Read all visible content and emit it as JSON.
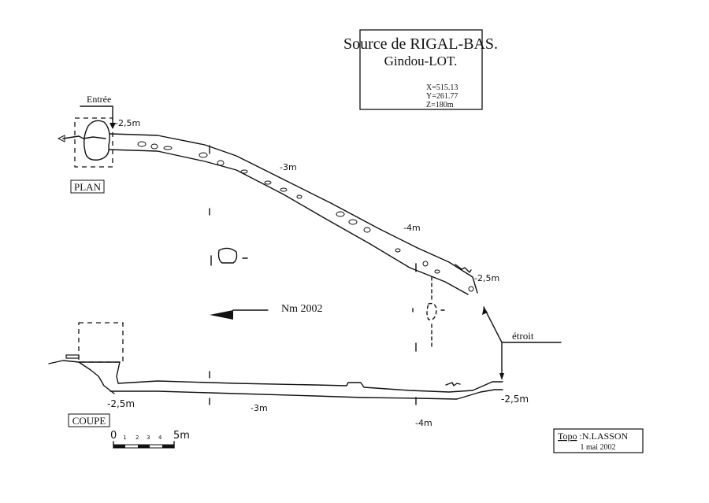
{
  "title": {
    "name": "Source de RIGAL-BAS.",
    "location": "Gindou-LOT.",
    "x": "X=515.13",
    "y": "Y=261.77",
    "z": "Z=180m"
  },
  "plan": {
    "label": "PLAN",
    "entrance_label": "Entrée",
    "depths": [
      "-2,5m",
      "-3m",
      "-4m",
      "-2,5m"
    ]
  },
  "north": {
    "label": "Nm 2002"
  },
  "narrow": {
    "label": "étroit"
  },
  "section": {
    "label": "COUPE",
    "depths": [
      "-2,5m",
      "-3m",
      "-4m",
      "-2,5m"
    ]
  },
  "scale": {
    "start": "0",
    "ticks": [
      "1",
      "2",
      "3",
      "4"
    ],
    "end": "5m"
  },
  "credits": {
    "topo_label": "Topo",
    "author": " :N.LASSON",
    "date": "1 mai 2002"
  }
}
